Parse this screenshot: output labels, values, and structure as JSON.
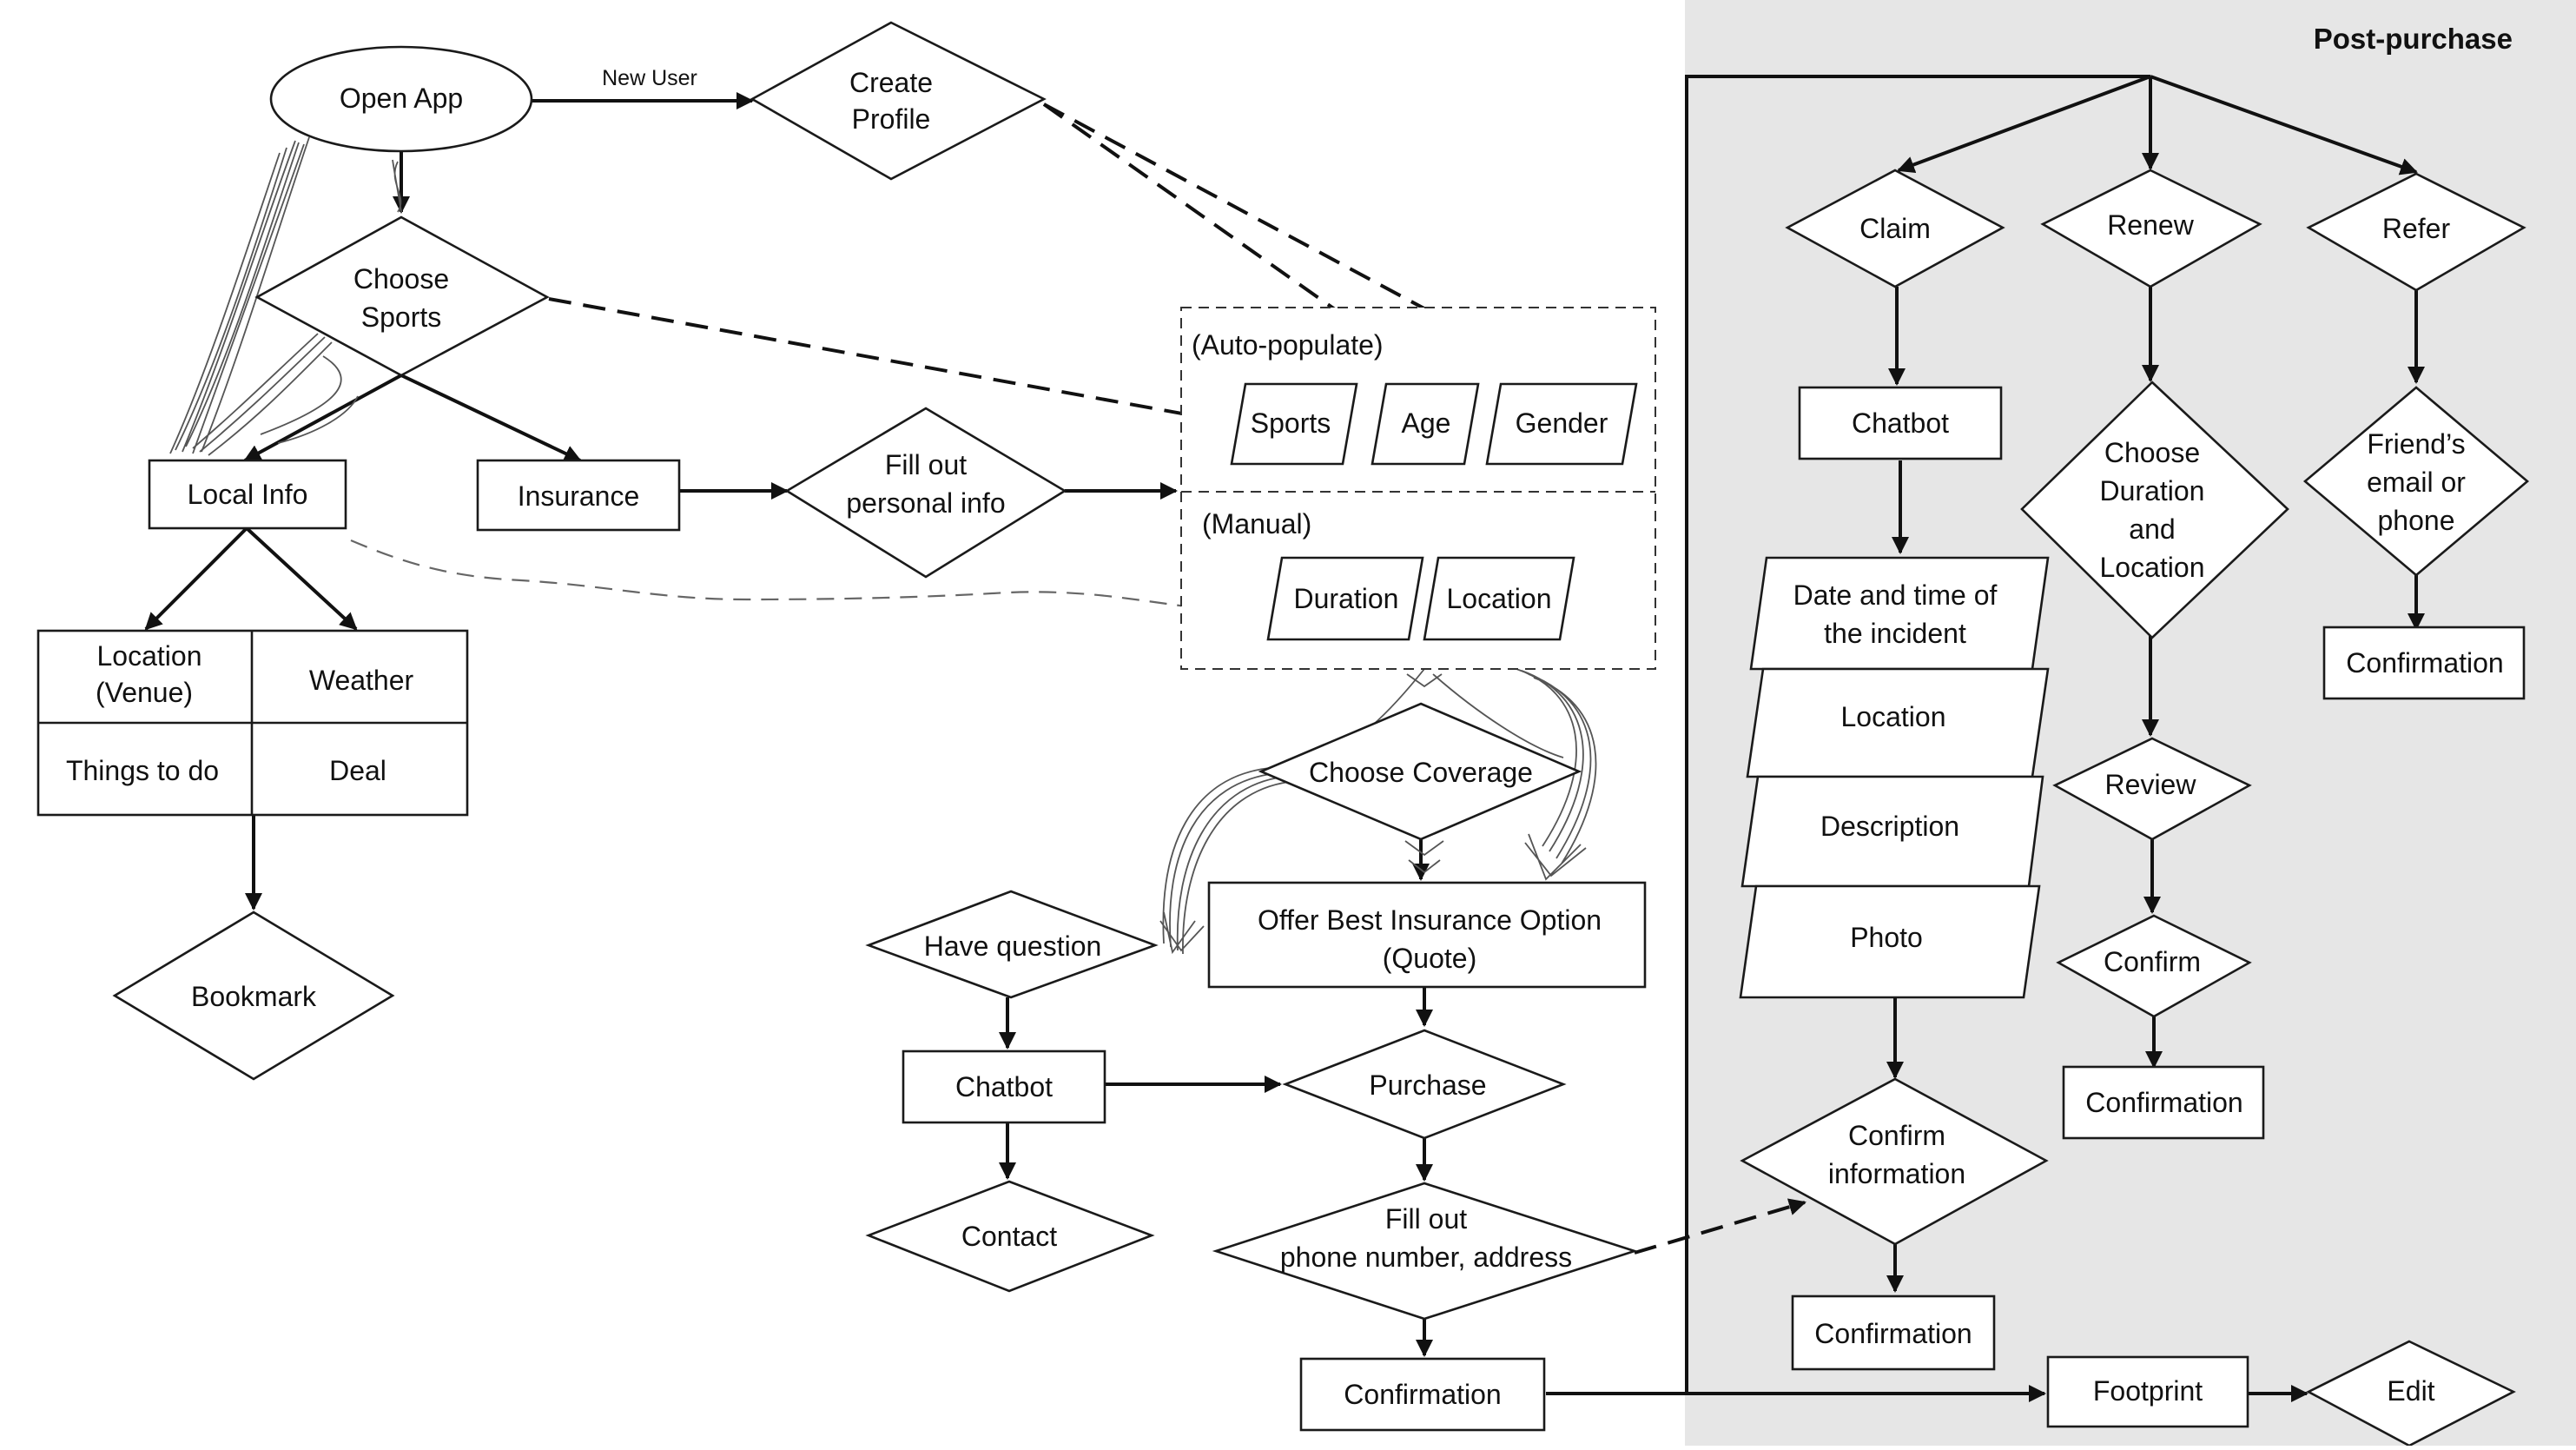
{
  "panel": {
    "title": "Post-purchase",
    "background": "#e6e6e6"
  },
  "edge_labels": {
    "new_user": "New User"
  },
  "nodes": {
    "open_app": [
      "Open App"
    ],
    "create_profile": [
      "Create",
      "Profile"
    ],
    "choose_sports": [
      "Choose",
      "Sports"
    ],
    "local_info": [
      "Local Info"
    ],
    "insurance": [
      "Insurance"
    ],
    "fill_personal": [
      "Fill out",
      "personal info"
    ],
    "auto_populate": [
      "(Auto-populate)"
    ],
    "manual": [
      "(Manual)"
    ],
    "sports": [
      "Sports"
    ],
    "age": [
      "Age"
    ],
    "gender": [
      "Gender"
    ],
    "duration": [
      "Duration"
    ],
    "location_field": [
      "Location"
    ],
    "grid_location": [
      "Location",
      "(Venue)"
    ],
    "grid_weather": [
      "Weather"
    ],
    "grid_things": [
      "Things to do"
    ],
    "grid_deal": [
      "Deal"
    ],
    "bookmark": [
      "Bookmark"
    ],
    "choose_coverage": [
      "Choose Coverage"
    ],
    "offer": [
      "Offer Best Insurance Option",
      "(Quote)"
    ],
    "have_question": [
      "Have question"
    ],
    "chatbot_left": [
      "Chatbot"
    ],
    "purchase": [
      "Purchase"
    ],
    "contact": [
      "Contact"
    ],
    "fill_phone": [
      "Fill out",
      "phone number, address"
    ],
    "confirmation_main": [
      "Confirmation"
    ],
    "claim": [
      "Claim"
    ],
    "renew": [
      "Renew"
    ],
    "refer": [
      "Refer"
    ],
    "chatbot_claim": [
      "Chatbot"
    ],
    "date_time": [
      "Date and time of",
      "the incident"
    ],
    "claim_location": [
      "Location"
    ],
    "description": [
      "Description"
    ],
    "photo": [
      "Photo"
    ],
    "confirm_info": [
      "Confirm",
      "information"
    ],
    "confirmation_claim": [
      "Confirmation"
    ],
    "choose_duration": [
      "Choose",
      "Duration",
      "and",
      "Location"
    ],
    "review": [
      "Review"
    ],
    "confirm": [
      "Confirm"
    ],
    "confirmation_renew": [
      "Confirmation"
    ],
    "friends": [
      "Friend’s",
      "email or",
      "phone"
    ],
    "confirmation_refer": [
      "Confirmation"
    ],
    "footprint": [
      "Footprint"
    ],
    "edit": [
      "Edit"
    ]
  }
}
